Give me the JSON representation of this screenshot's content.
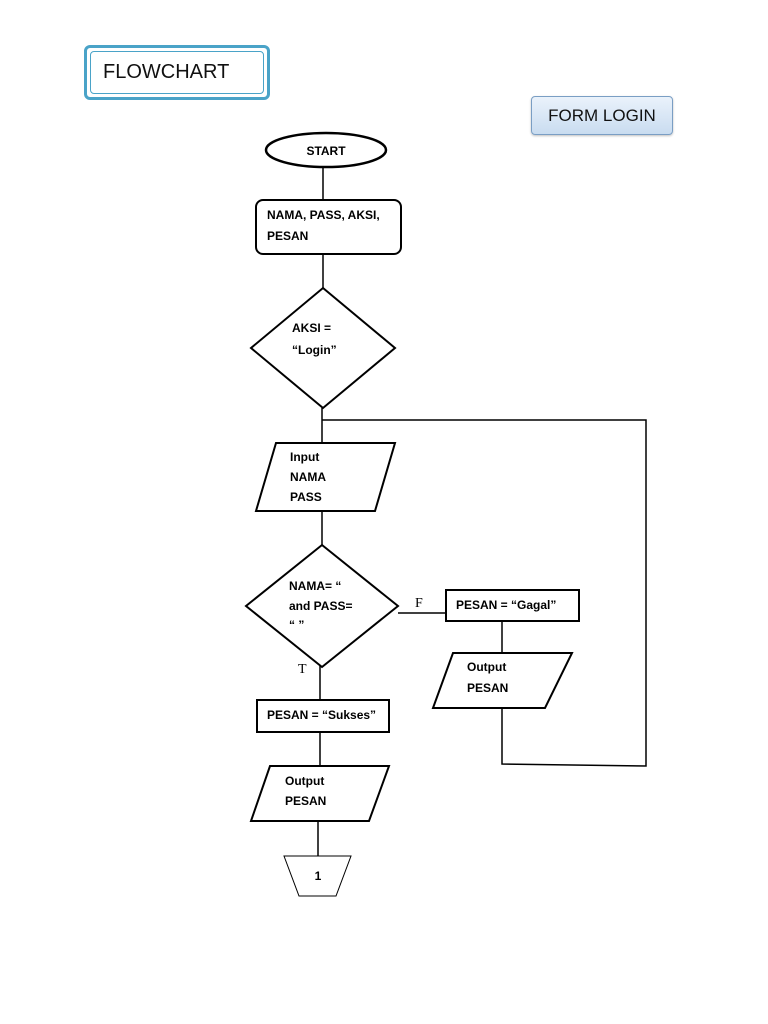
{
  "header": {
    "title": "FLOWCHART",
    "form_label": "FORM LOGIN"
  },
  "nodes": {
    "start": "START",
    "vars_line1": "NAMA, PASS, AKSI,",
    "vars_line2": "PESAN",
    "aksi_line1": "AKSI =",
    "aksi_line2": "“Login”",
    "input_line1": "Input",
    "input_line2": "NAMA",
    "input_line3": "PASS",
    "check_line1": "NAMA= “",
    "check_line2": "and   PASS=",
    "check_line3": "“  ”",
    "pesan_gagal": "PESAN = “Gagal”",
    "output_gagal_line1": "Output",
    "output_gagal_line2": "PESAN",
    "pesan_sukses": "PESAN = “Sukses”",
    "output_sukses_line1": "Output",
    "output_sukses_line2": "PESAN",
    "connector": "1"
  },
  "edges": {
    "false_label": "F",
    "true_label": "T"
  },
  "colors": {
    "title_border": "#4aa3c8",
    "form_border": "#7a9ec4",
    "line": "#000000"
  }
}
